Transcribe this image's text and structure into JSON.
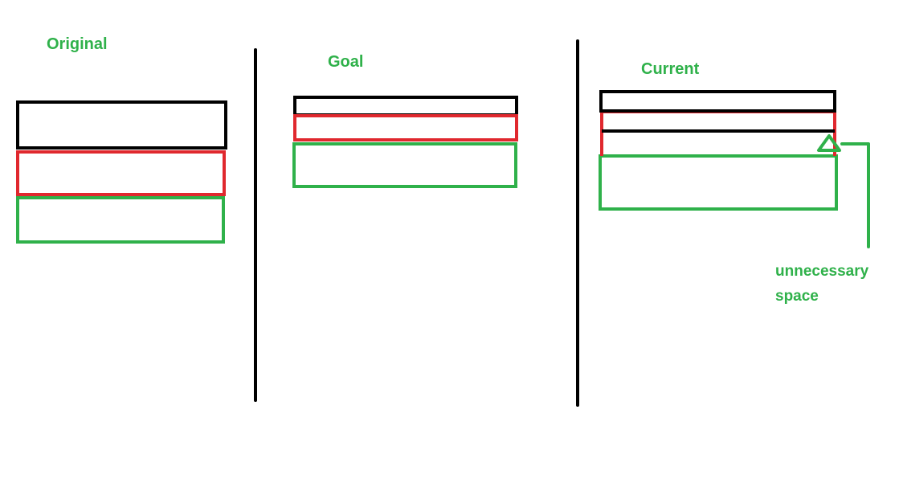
{
  "colors": {
    "black": "#000000",
    "red": "#e0282e",
    "green": "#2fb14a",
    "background": "#ffffff"
  },
  "panels": [
    {
      "title": "Original"
    },
    {
      "title": "Goal"
    },
    {
      "title": "Current"
    }
  ],
  "annotation": {
    "line1": "unnecessary",
    "line2": "space"
  }
}
